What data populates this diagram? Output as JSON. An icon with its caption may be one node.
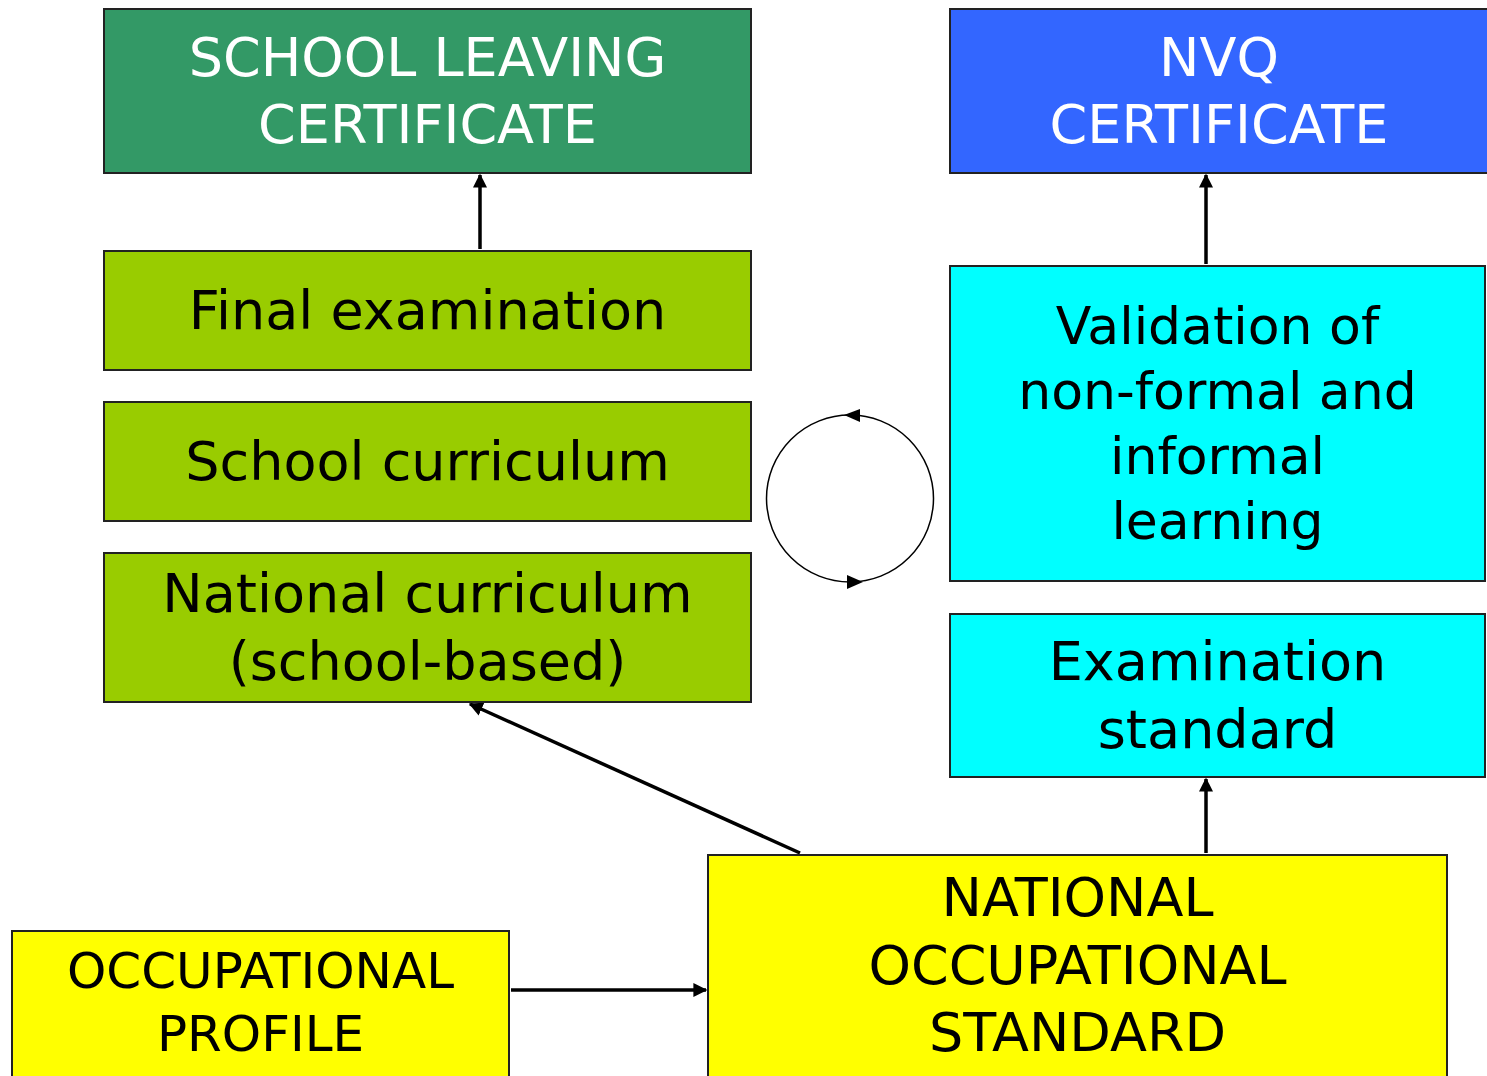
{
  "diagram": {
    "nodes": [
      {
        "text": [
          "SCHOOL LEAVING CERTIFICATE"
        ]
      },
      {
        "text": [
          "NVQ CERTIFICATE"
        ]
      },
      {
        "text": [
          "Final examination"
        ]
      },
      {
        "text": [
          "Validation of non-formal and informal learning"
        ]
      },
      {
        "text": [
          "School curriculum"
        ]
      },
      {
        "text": [
          "National curriculum (school-based)"
        ]
      },
      {
        "text": [
          "Examination standard"
        ]
      },
      {
        "text": [
          "OCCUPATIONAL PROFILE"
        ]
      },
      {
        "text": [
          "NATIONAL OCCUPATIONAL STANDARD"
        ]
      }
    ],
    "edges": [
      {
        "from": 2,
        "to": 0,
        "arrow": "to"
      },
      {
        "from": 3,
        "to": 1,
        "arrow": "to"
      },
      {
        "from": 8,
        "to": 6,
        "arrow": "to"
      },
      {
        "from": 8,
        "to": 5,
        "arrow": "to"
      },
      {
        "from": 7,
        "to": 8,
        "arrow": "to"
      }
    ]
  }
}
